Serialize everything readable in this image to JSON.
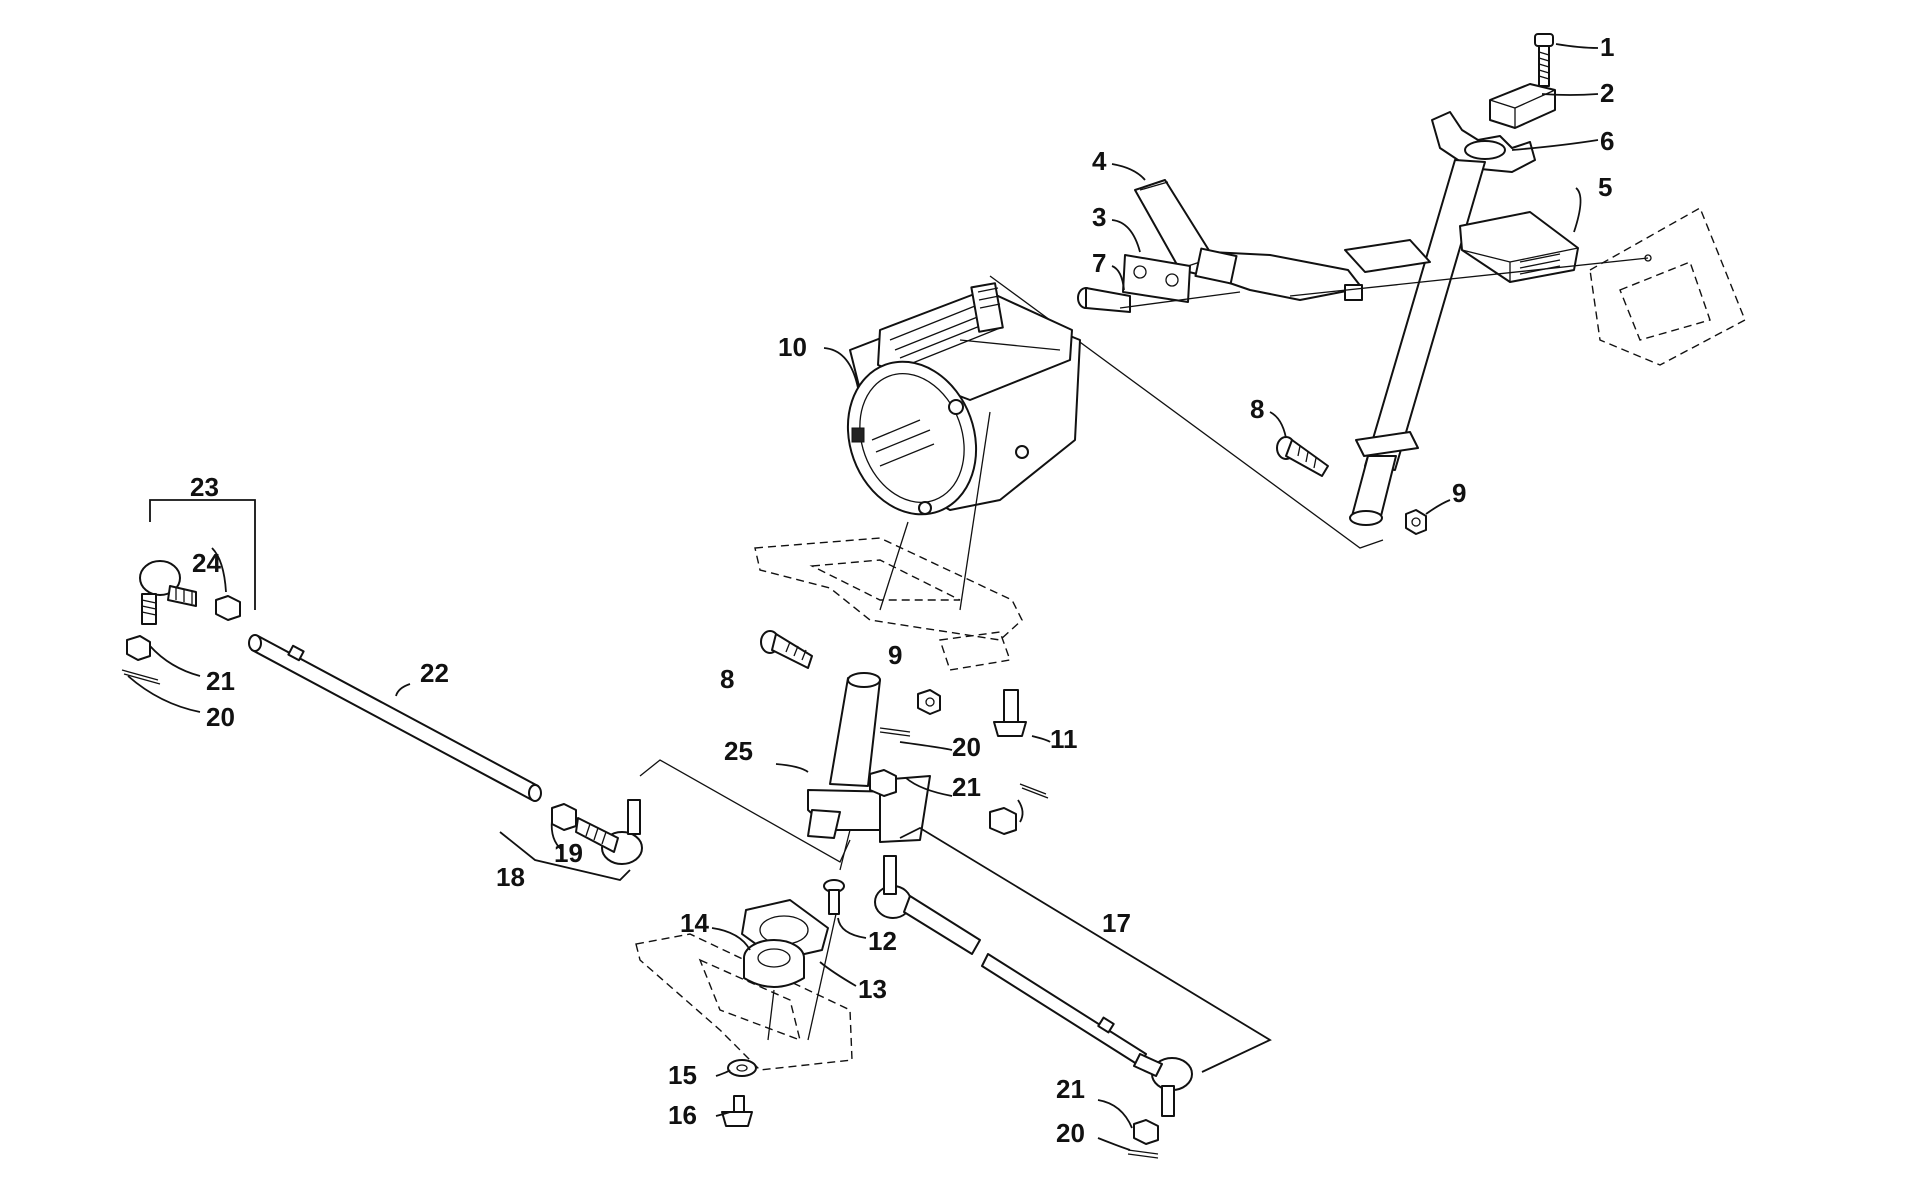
{
  "callouts": {
    "c1": "1",
    "c2": "2",
    "c3": "3",
    "c4": "4",
    "c5": "5",
    "c6": "6",
    "c7": "7",
    "c8a": "8",
    "c8b": "8",
    "c9a": "9",
    "c9b": "9",
    "c10": "10",
    "c11": "11",
    "c12": "12",
    "c13": "13",
    "c14": "14",
    "c15": "15",
    "c16": "16",
    "c17": "17",
    "c18": "18",
    "c19": "19",
    "c20a": "20",
    "c20b": "20",
    "c20c": "20",
    "c21a": "21",
    "c21b": "21",
    "c21c": "21",
    "c22": "22",
    "c23": "23",
    "c24": "24",
    "c25": "25"
  }
}
